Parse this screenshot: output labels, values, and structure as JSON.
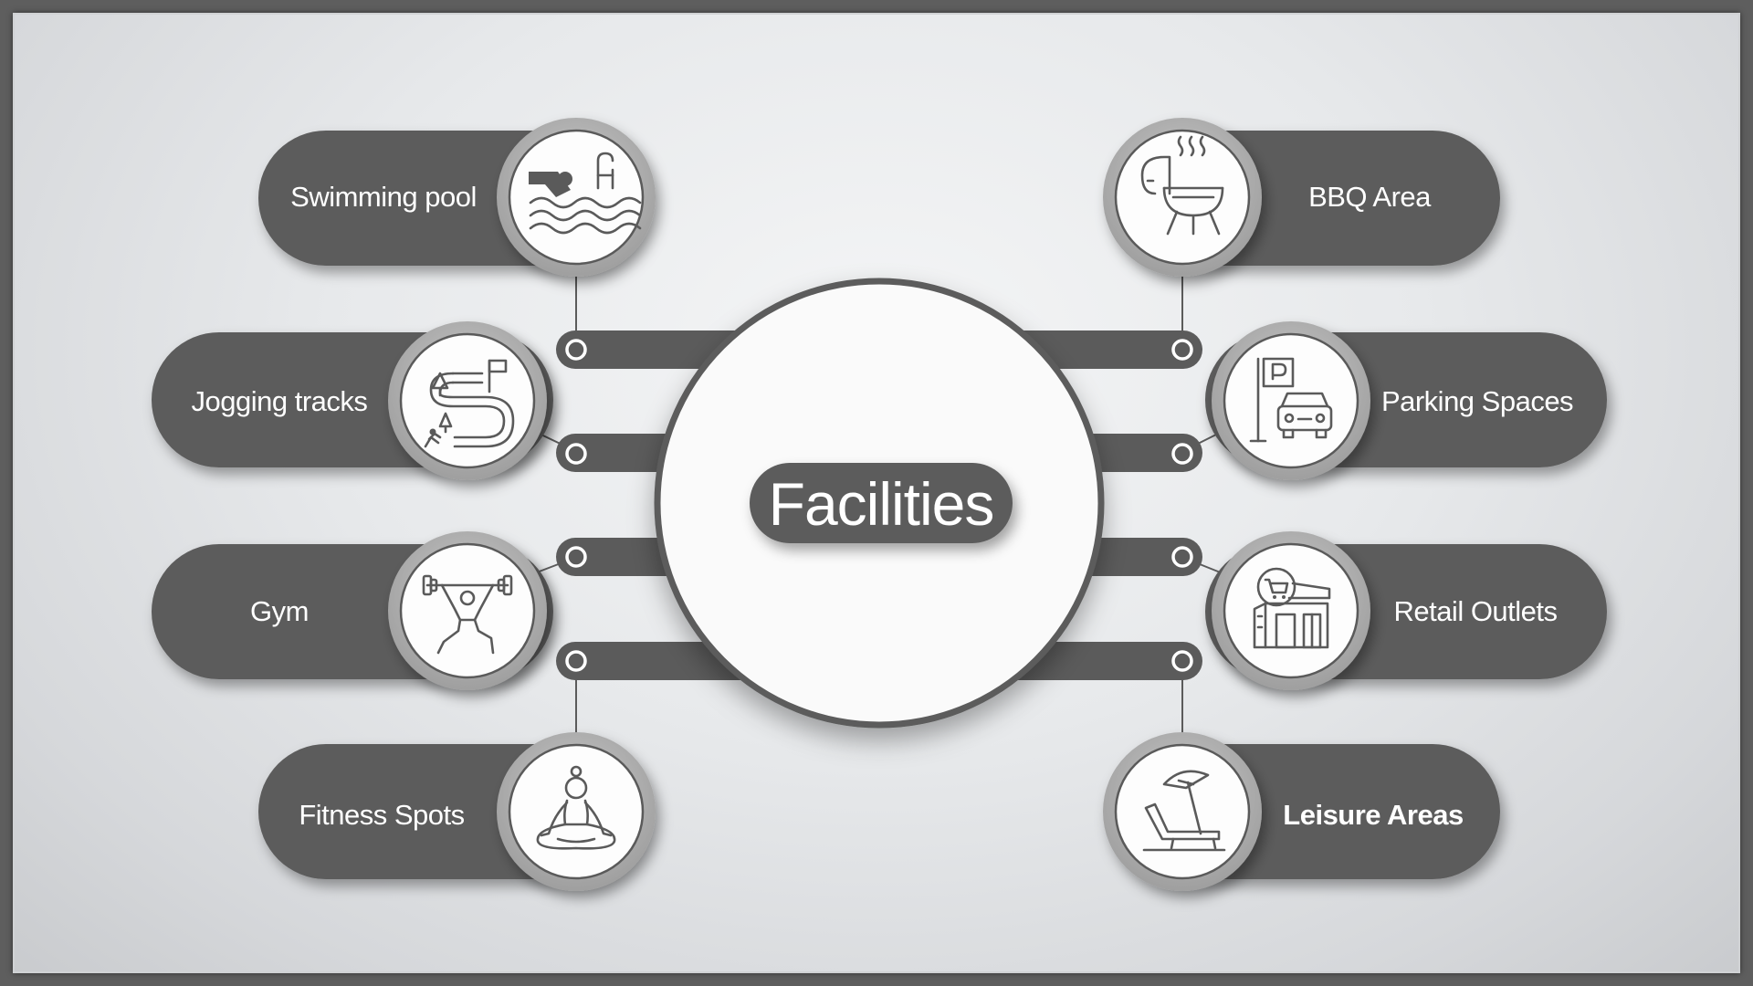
{
  "title": "Facilities",
  "colors": {
    "pill": "#5b5b5b",
    "ring": "#b3b3b3",
    "disc": "#fdfdfd",
    "icon": "#5a5a5a"
  },
  "facilities_left": [
    {
      "label": "Swimming pool",
      "icon": "swimming-icon"
    },
    {
      "label": "Jogging tracks",
      "icon": "jogging-track-icon"
    },
    {
      "label": "Gym",
      "icon": "weightlifting-icon"
    },
    {
      "label": "Fitness Spots",
      "icon": "yoga-icon"
    }
  ],
  "facilities_right": [
    {
      "label": "BBQ Area",
      "icon": "bbq-grill-icon"
    },
    {
      "label": "Parking Spaces",
      "icon": "parking-icon"
    },
    {
      "label": "Retail Outlets",
      "icon": "retail-store-icon"
    },
    {
      "label": "Leisure Areas",
      "icon": "beach-chair-icon"
    }
  ]
}
